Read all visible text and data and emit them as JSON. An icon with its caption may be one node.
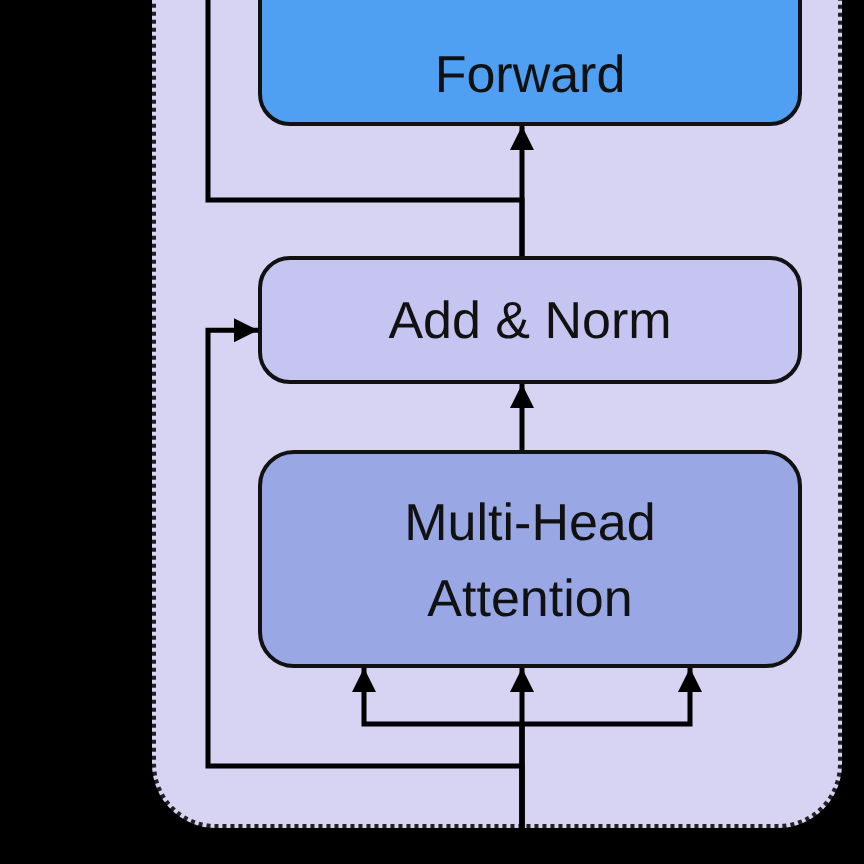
{
  "diagram": {
    "nodes": [
      {
        "text": [],
        "shape": "box"
      },
      {
        "text": [
          "Forward"
        ],
        "in": 0
      },
      {
        "text": [
          "Add & Norm"
        ],
        "in": 0
      },
      {
        "text": [
          "Multi-Head Attention"
        ],
        "in": 0
      }
    ],
    "edges": [
      {
        "from": 2,
        "to": 1,
        "arrow": "to"
      },
      {
        "from": 2,
        "to": null,
        "arrow": "none"
      },
      {
        "from": 3,
        "to": 2,
        "arrow": "to"
      },
      {
        "from": null,
        "to": 3,
        "arrow": "to"
      },
      {
        "from": null,
        "to": 3,
        "arrow": "to"
      },
      {
        "from": null,
        "to": 3,
        "arrow": "to"
      },
      {
        "from": null,
        "to": 2,
        "arrow": "to"
      }
    ]
  }
}
